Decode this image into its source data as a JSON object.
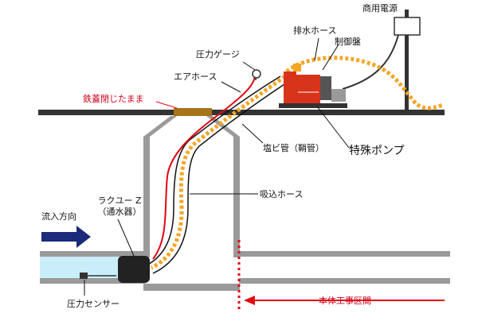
{
  "labels": {
    "commercial_power": "商用電源",
    "drain_hose": "排水ホース",
    "control_panel": "制御盤",
    "pressure_gauge": "圧力ゲージ",
    "air_hose": "エアホース",
    "iron_lid": "鉄蓋閉じたまま",
    "pvc_pipe": "塩ビ管（鞘管）",
    "special_pump": "特殊ポンプ",
    "suction_hose": "吸込ホース",
    "lakuyu_line1": "ラクユー Z",
    "lakuyu_line2": "（通水器）",
    "flow_direction": "流入方向",
    "pressure_sensor": "圧力センサー",
    "work_section": "本体工事区間"
  },
  "colors": {
    "pipe_gray": "#9a9a9a",
    "water": "#c9eef9",
    "road": "#333333",
    "lid": "#a8741a",
    "hose_orange": "#f5a623",
    "air_hose_red": "#e30613",
    "arrow_navy": "#1b2a7a",
    "arrow_red": "#e30613",
    "pump_red": "#d8341c",
    "text_red": "#d0021b"
  },
  "icons": [
    "pressure-gauge-icon",
    "power-box-icon",
    "pump-icon",
    "water-passer-device-icon",
    "pressure-sensor-icon"
  ]
}
